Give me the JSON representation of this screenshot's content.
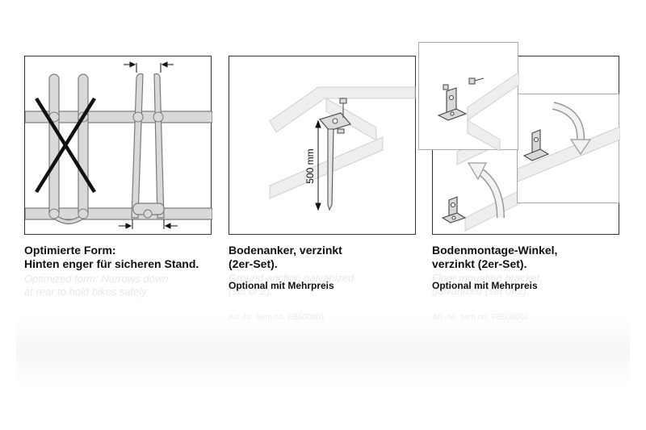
{
  "panels": [
    {
      "caption_line1": "Optimierte Form:",
      "caption_line2": "Hinten enger für sicheren Stand.",
      "faded_line1": "Optimized form: Narrows down",
      "faded_line2": "at rear to hold bikes safely."
    },
    {
      "caption_line1": "Bodenanker, verzinkt",
      "caption_line2": "(2er-Set).",
      "note": "Optional mit Mehrpreis",
      "dimension_label": "500 mm",
      "faded_line1": "Ground anchor, galvanized",
      "faded_line2": "(set of 2).",
      "faded_small": "Art.-Nr.   Item no. FB500001"
    },
    {
      "caption_line1": "Bodenmontage-Winkel,",
      "caption_line2": "verzinkt (2er-Set).",
      "note": "Optional mit Mehrpreis",
      "faded_line1": "Floor mounting bracket,",
      "faded_line2": "galvanized (set of 2).",
      "faded_small": "Art.-Nr.   Item no. FB500002"
    }
  ],
  "colors": {
    "frame": "#333333",
    "tube_fill": "#d9d9d9",
    "tube_stroke": "#7a7a7a",
    "cross": "#111111"
  }
}
